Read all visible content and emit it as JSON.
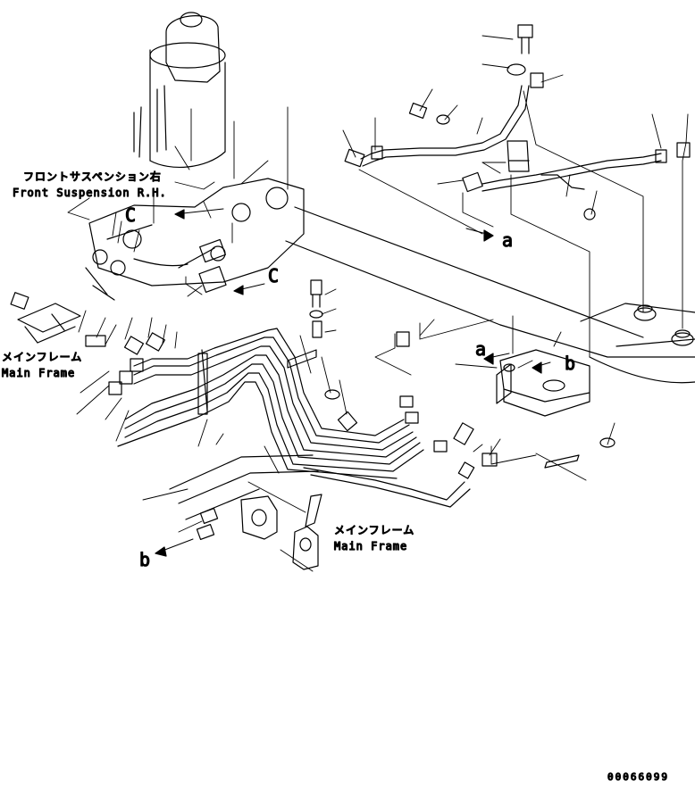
{
  "labels": {
    "front_suspension_jp": "フロントサスペンション右",
    "front_suspension_en": "Front Suspension R.H.",
    "main_frame_left_jp": "メインフレーム",
    "main_frame_left_en": "Main Frame",
    "main_frame_bottom_jp": "メインフレーム",
    "main_frame_bottom_en": "Main Frame",
    "ref_c_top": "C",
    "ref_c_mid": "C",
    "ref_a_right": "a",
    "ref_a_frame": "a",
    "ref_b_frame": "b",
    "ref_b_bottom": "b"
  },
  "drawing_code": "00066099"
}
